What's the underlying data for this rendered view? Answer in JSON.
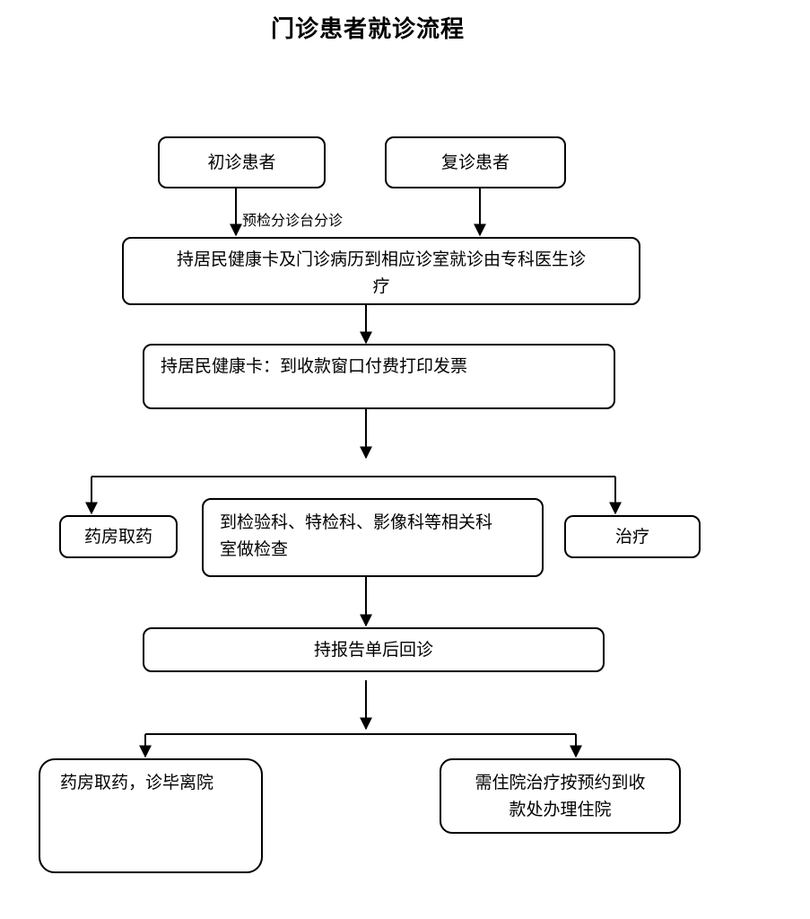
{
  "title": "门诊患者就诊流程",
  "nodes": {
    "first_visit": "初诊患者",
    "return_visit": "复诊患者",
    "triage_note": "预检分诊台分诊",
    "consult_line1": "持居民健康卡及门诊病历到相应诊室就诊由专科医生诊",
    "consult_line2": "疗",
    "payment": "持居民健康卡：到收款窗口付费打印发票",
    "pharmacy": "药房取药",
    "exam_line1": "到检验科、特检科、影像科等相关科",
    "exam_line2": "室做检查",
    "treatment": "治疗",
    "return_report": "持报告单后回诊",
    "leave": "药房取药，诊毕离院",
    "admit_line1": "需住院治疗按预约到收",
    "admit_line2": "款处办理住院"
  }
}
